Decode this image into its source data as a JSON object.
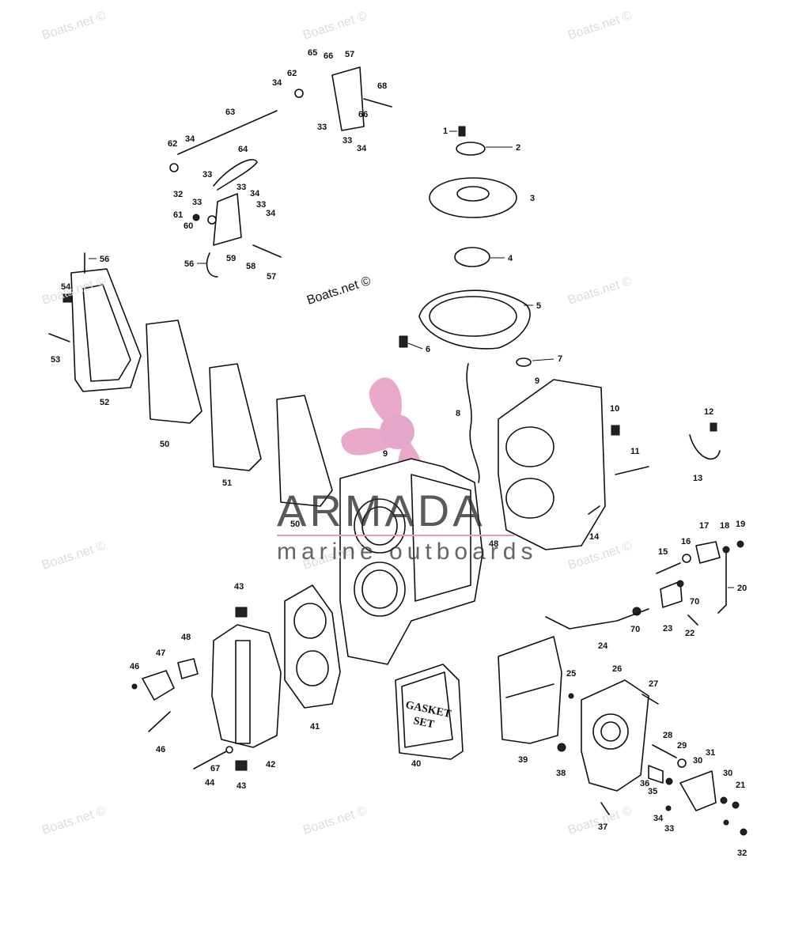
{
  "watermark": {
    "site": "Boats.net ©",
    "brand": "ARMADA",
    "brand_sub": "marine outboards",
    "logo_color": "#e59ac2",
    "logo_center_color": "#e4a6c9"
  },
  "gasket_box": {
    "line1": "GASKET",
    "line2": "SET"
  },
  "callouts": [
    "1",
    "2",
    "3",
    "4",
    "5",
    "6",
    "7",
    "8",
    "9",
    "9",
    "10",
    "11",
    "12",
    "13",
    "14",
    "15",
    "16",
    "17",
    "18",
    "19",
    "20",
    "21",
    "22",
    "23",
    "24",
    "25",
    "26",
    "27",
    "28",
    "29",
    "30",
    "30",
    "31",
    "32",
    "32",
    "33",
    "33",
    "33",
    "33",
    "33",
    "33",
    "33",
    "34",
    "34",
    "34",
    "34",
    "34",
    "34",
    "35",
    "36",
    "37",
    "38",
    "39",
    "40",
    "41",
    "42",
    "43",
    "43",
    "44",
    "46",
    "46",
    "47",
    "48",
    "48",
    "50",
    "50",
    "51",
    "52",
    "53",
    "54",
    "56",
    "56",
    "57",
    "57",
    "58",
    "59",
    "60",
    "61",
    "62",
    "62",
    "63",
    "64",
    "65",
    "66",
    "66",
    "67",
    "68",
    "70",
    "70"
  ]
}
